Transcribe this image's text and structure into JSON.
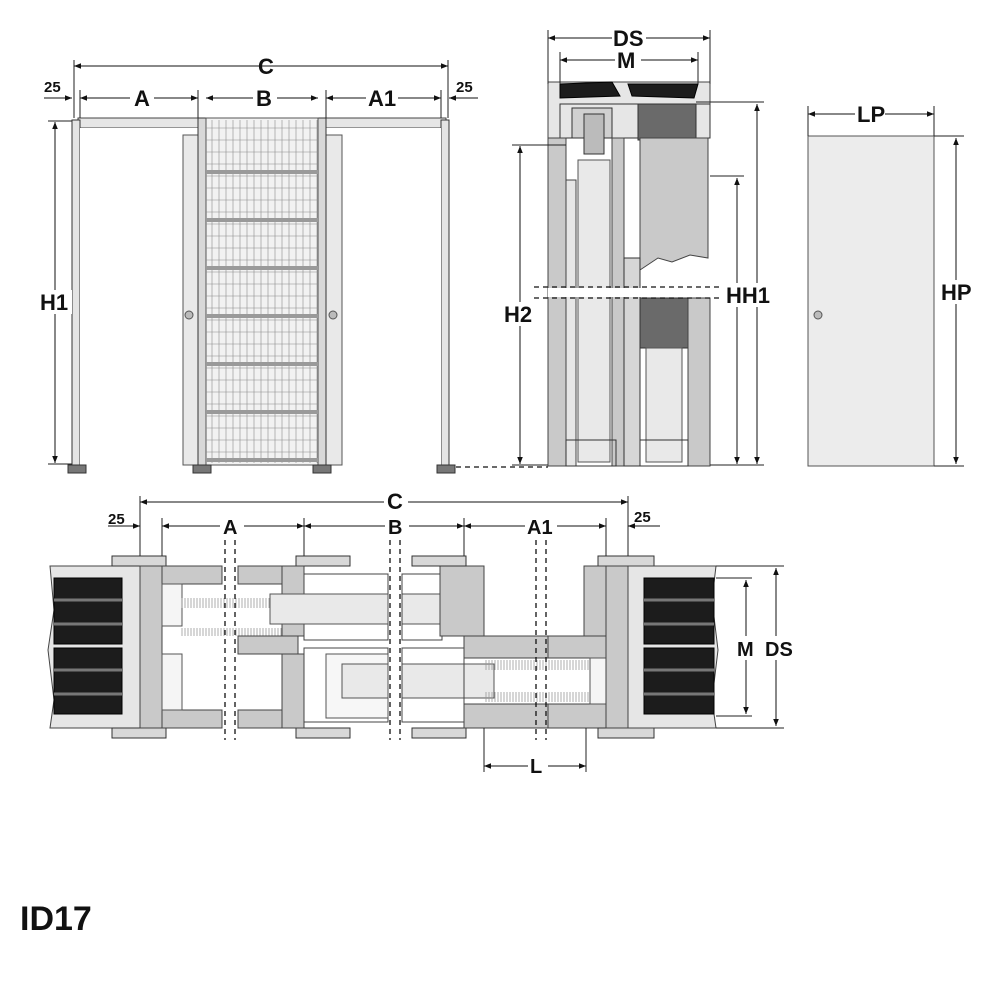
{
  "model_code": "ID17",
  "front_view": {
    "labels": {
      "c": "C",
      "a": "A",
      "b": "B",
      "a1": "A1",
      "left_25": "25",
      "right_25": "25",
      "h1": "H1"
    }
  },
  "side_section": {
    "labels": {
      "ds": "DS",
      "m": "M",
      "h2": "H2",
      "hh1": "HH1"
    }
  },
  "door_leaf": {
    "labels": {
      "lp": "LP",
      "hp": "HP"
    }
  },
  "plan_section": {
    "labels": {
      "c": "C",
      "a": "A",
      "b": "B",
      "a1": "A1",
      "left_25": "25",
      "right_25": "25",
      "m": "M",
      "ds": "DS",
      "l": "L"
    }
  }
}
